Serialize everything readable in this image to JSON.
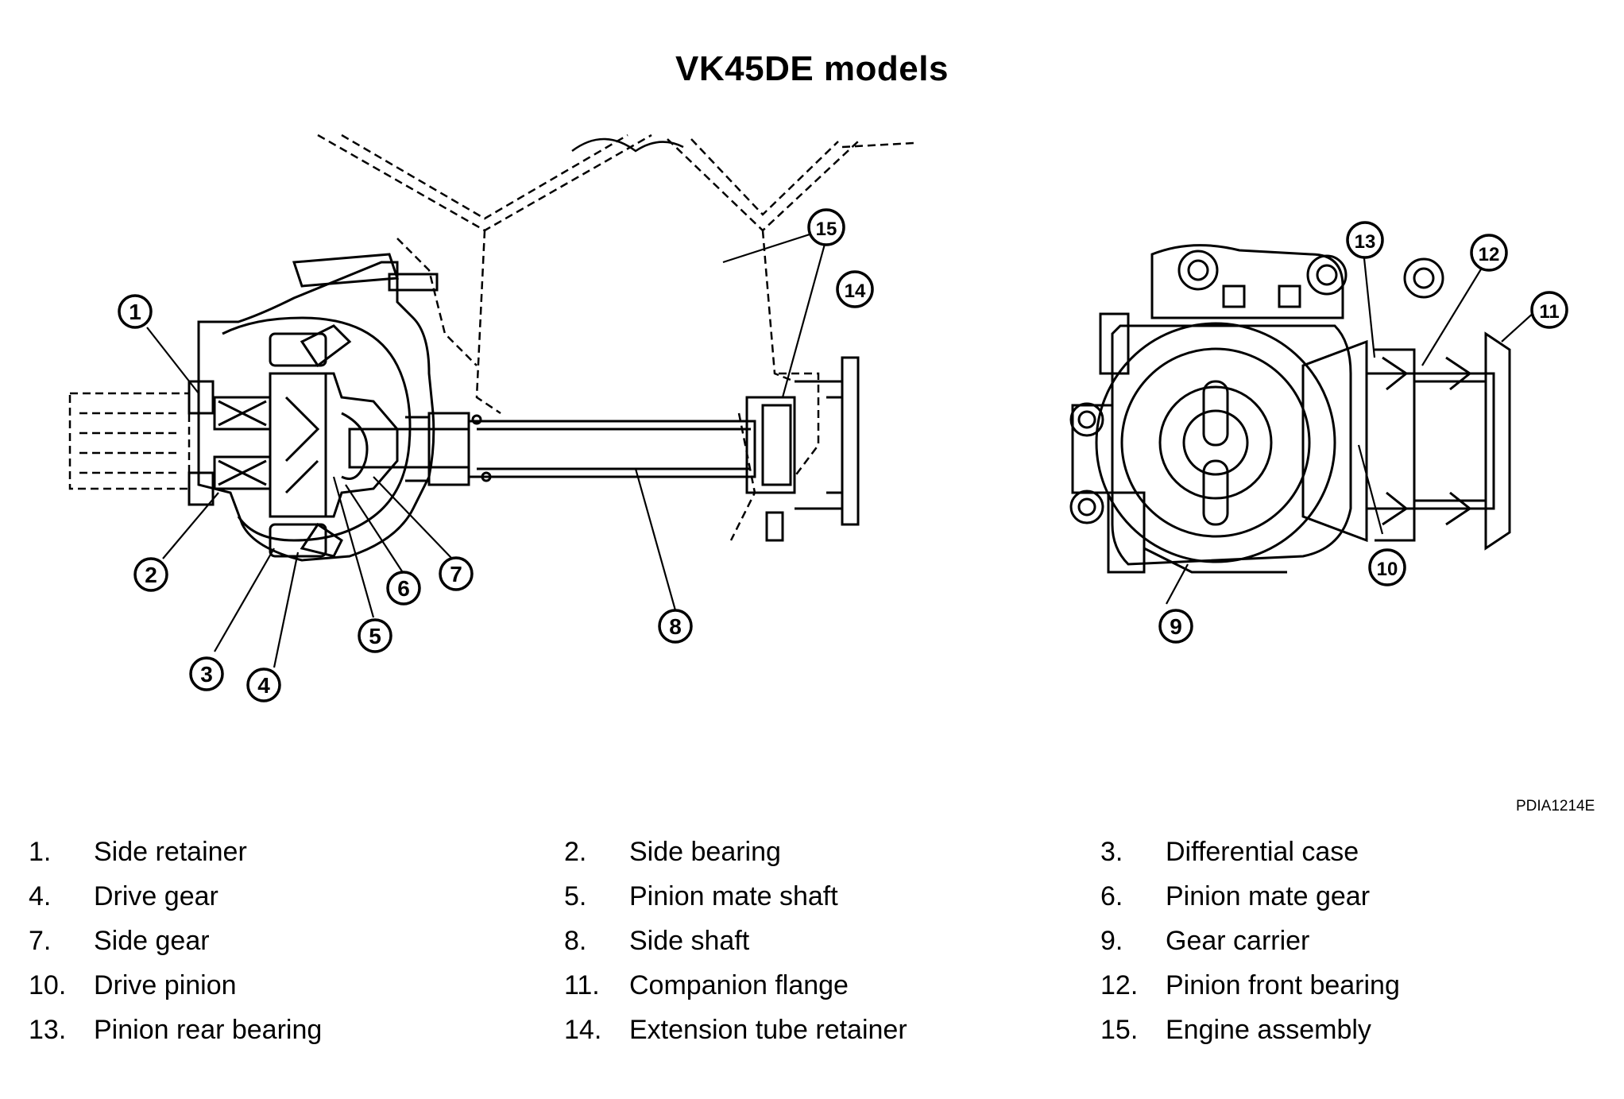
{
  "title": "VK45DE models",
  "figure_code": "PDIA1214E",
  "callouts": [
    "1",
    "2",
    "3",
    "4",
    "5",
    "6",
    "7",
    "8",
    "9",
    "10",
    "11",
    "12",
    "13",
    "14",
    "15"
  ],
  "legend": [
    {
      "num": "1.",
      "label": "Side retainer"
    },
    {
      "num": "2.",
      "label": "Side bearing"
    },
    {
      "num": "3.",
      "label": "Differential case"
    },
    {
      "num": "4.",
      "label": "Drive gear"
    },
    {
      "num": "5.",
      "label": "Pinion mate shaft"
    },
    {
      "num": "6.",
      "label": "Pinion mate gear"
    },
    {
      "num": "7.",
      "label": "Side gear"
    },
    {
      "num": "8.",
      "label": "Side shaft"
    },
    {
      "num": "9.",
      "label": "Gear carrier"
    },
    {
      "num": "10.",
      "label": "Drive pinion"
    },
    {
      "num": "11.",
      "label": "Companion flange"
    },
    {
      "num": "12.",
      "label": "Pinion front bearing"
    },
    {
      "num": "13.",
      "label": "Pinion rear bearing"
    },
    {
      "num": "14.",
      "label": "Extension tube retainer"
    },
    {
      "num": "15.",
      "label": "Engine assembly"
    }
  ]
}
